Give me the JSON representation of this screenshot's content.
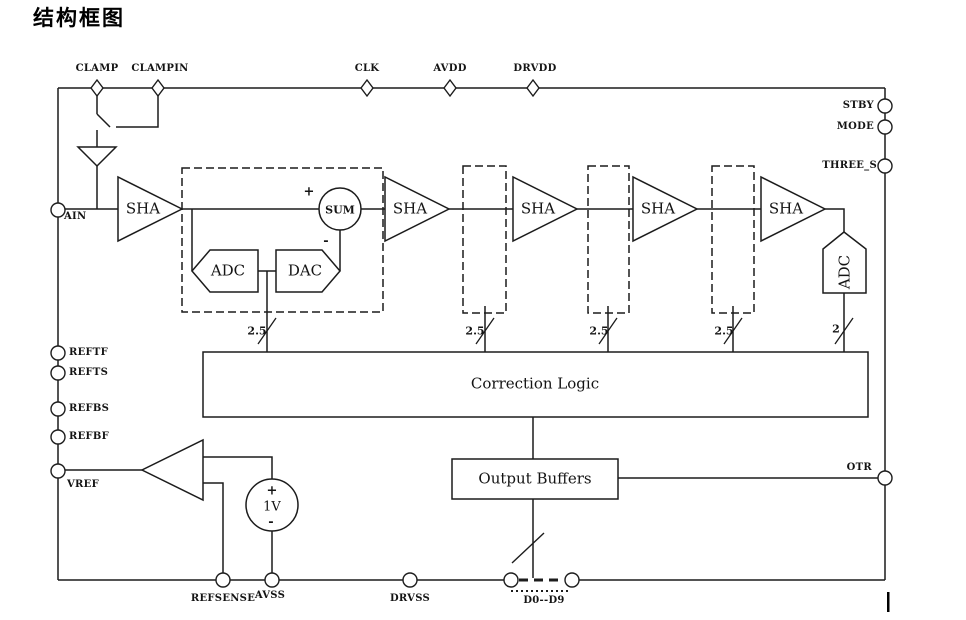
{
  "title": "结构框图",
  "pins": {
    "clamp": "CLAMP",
    "clampin": "CLAMPIN",
    "clk": "CLK",
    "avdd": "AVDD",
    "drvdd": "DRVDD",
    "stby": "STBY",
    "mode": "MODE",
    "three_s": "THREE_S",
    "otr": "OTR",
    "ain": "AIN",
    "reftf": "REFTF",
    "refts": "REFTS",
    "refbs": "REFBS",
    "refbf": "REFBF",
    "vref": "VREF",
    "refsense": "REFSENSE",
    "avss": "AVSS",
    "drvss": "DRVSS",
    "data_bus": "D0--D9"
  },
  "blocks": {
    "sha": "SHA",
    "stage1_adc": "ADC",
    "stage1_dac": "DAC",
    "sum": "SUM",
    "sum_plus": "+",
    "sum_minus": "-",
    "final_adc": "ADC",
    "correction_logic": "Correction Logic",
    "output_buffers": "Output Buffers",
    "ref_source": "1V",
    "ref_plus": "+",
    "ref_minus": "-"
  },
  "bus_widths": {
    "stage1": "2.5",
    "stage2": "2.5",
    "stage3": "2.5",
    "stage4": "2.5",
    "final": "2"
  }
}
